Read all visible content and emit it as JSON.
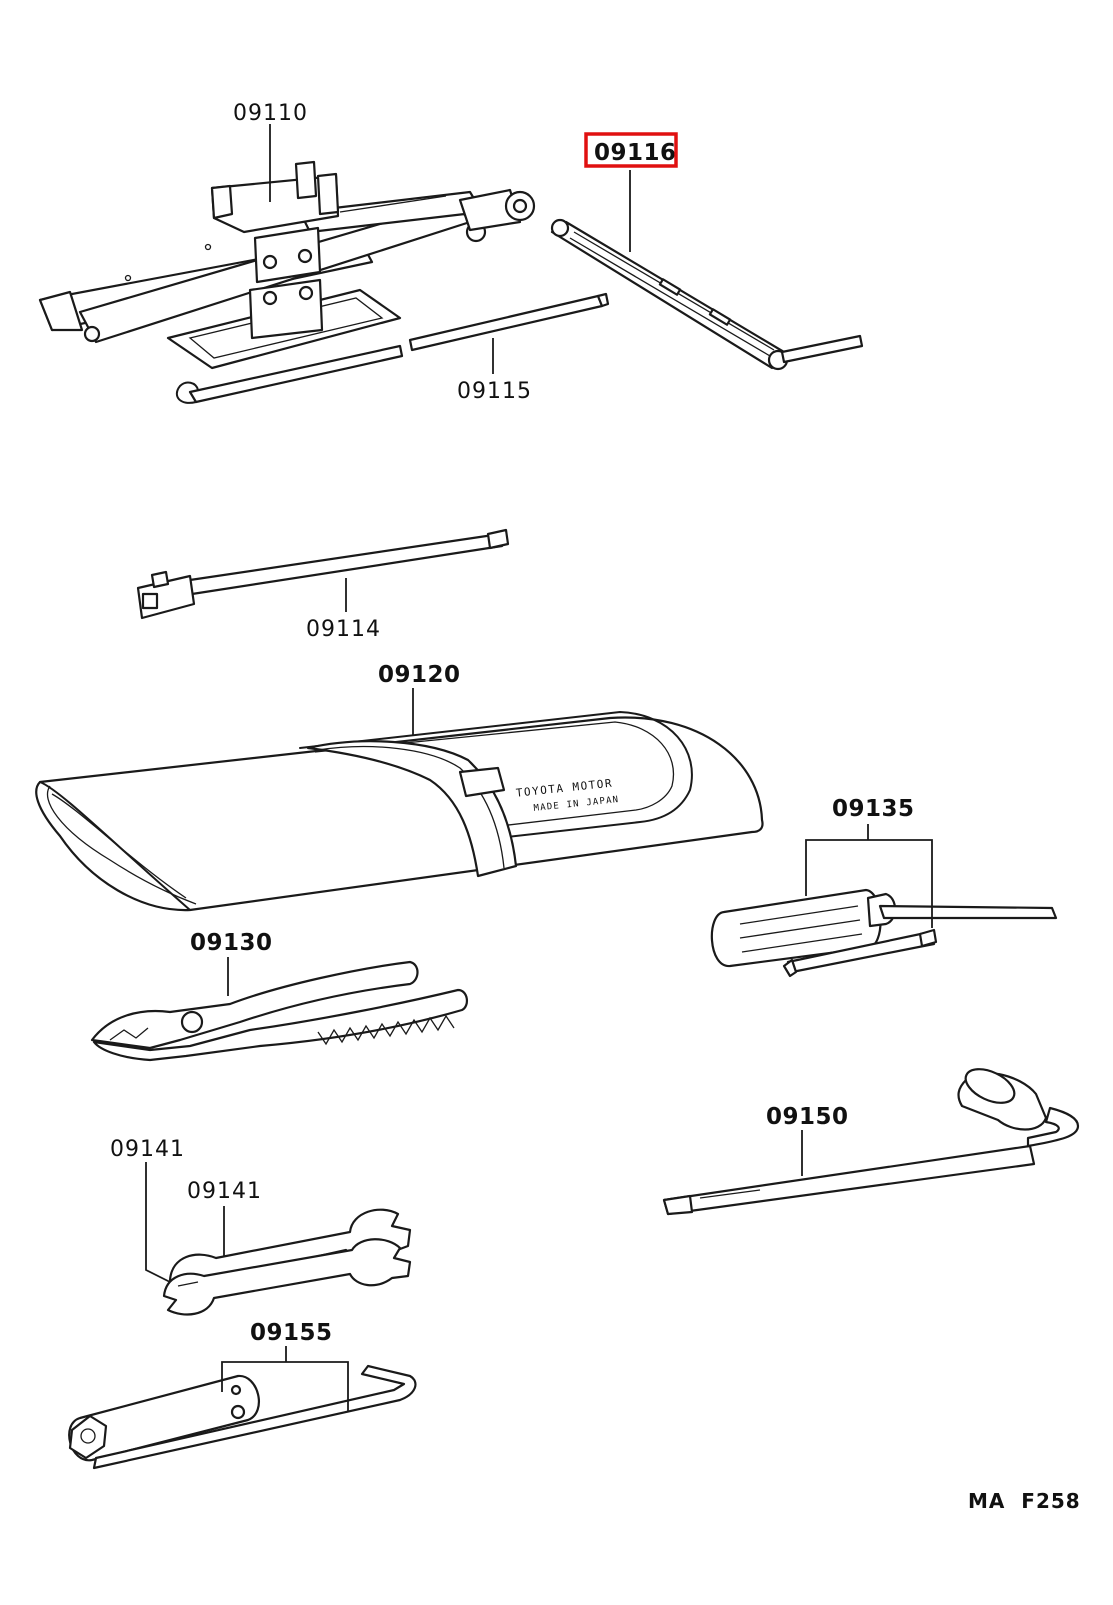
{
  "diagram": {
    "labels": {
      "jack": "09110",
      "jack_handle": "09116",
      "jack_bar": "09115",
      "extension_bar": "09114",
      "tool_bag": "09120",
      "screwdriver": "09135",
      "pliers": "09130",
      "wrench_a": "09141",
      "wrench_b": "09141",
      "lug_wrench": "09150",
      "plug_wrench": "09155"
    },
    "bag_print": {
      "line1": "TOYOTA MOTOR",
      "line2": "MADE IN JAPAN"
    },
    "figure_code": "MA  F258",
    "highlight": {
      "target": "09116",
      "color": "#e01010"
    }
  }
}
